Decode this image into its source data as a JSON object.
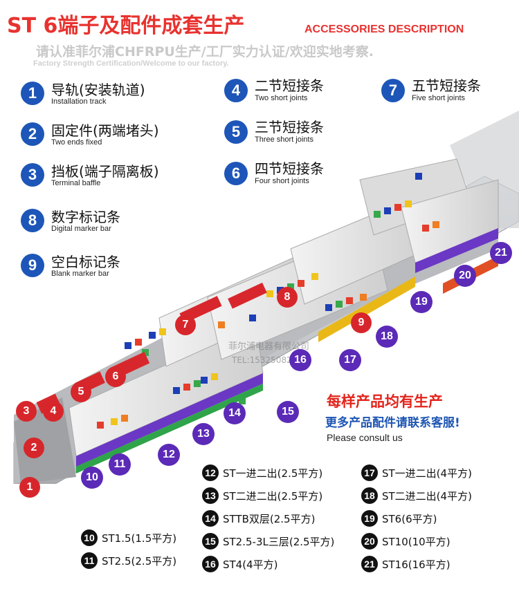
{
  "header": {
    "title": "ST 6端子及配件成套生产",
    "accessories": "ACCESSORIES DESCRIPTION",
    "subtitle": "请认准菲尔浦CHFRPU生产/工厂实力认证/欢迎实地考察.",
    "subtitle_en": "Factory Strength Certification/Welcome to our factory."
  },
  "accessories": [
    {
      "num": "1",
      "zh": "导轨(安装轨道)",
      "en": "Installation track"
    },
    {
      "num": "2",
      "zh": "固定件(两端堵头)",
      "en": "Two ends fixed"
    },
    {
      "num": "3",
      "zh": "挡板(端子隔离板)",
      "en": "Terminal baffle"
    },
    {
      "num": "8",
      "zh": "数字标记条",
      "en": "Digital marker bar"
    },
    {
      "num": "9",
      "zh": "空白标记条",
      "en": "Blank marker bar"
    },
    {
      "num": "4",
      "zh": "二节短接条",
      "en": "Two short joints"
    },
    {
      "num": "5",
      "zh": "三节短接条",
      "en": "Three short joints"
    },
    {
      "num": "6",
      "zh": "四节短接条",
      "en": "Four short joints"
    },
    {
      "num": "7",
      "zh": "五节短接条",
      "en": "Five short joints"
    }
  ],
  "photo": {
    "red_badges": [
      "1",
      "2",
      "3",
      "4",
      "5",
      "6",
      "7",
      "8",
      "9"
    ],
    "purple_badges": [
      "10",
      "11",
      "12",
      "13",
      "14",
      "15",
      "16",
      "17",
      "18",
      "19",
      "20",
      "21"
    ],
    "watermark": "菲尔浦电器有限公司",
    "watermark2": "TEL:15325082"
  },
  "slogan": {
    "line1": "每样产品均有生产",
    "line2": "更多产品配件请联系客服!",
    "line3": "Please consult us"
  },
  "legend": [
    {
      "num": "12",
      "text": "ST一进二出(2.5平方)"
    },
    {
      "num": "13",
      "text": "ST二进二出(2.5平方)"
    },
    {
      "num": "14",
      "text": "STTB双层(2.5平方)"
    },
    {
      "num": "15",
      "text": "ST2.5-3L三层(2.5平方)"
    },
    {
      "num": "16",
      "text": "ST4(4平方)"
    },
    {
      "num": "17",
      "text": "ST一进二出(4平方)"
    },
    {
      "num": "18",
      "text": "ST二进二出(4平方)"
    },
    {
      "num": "19",
      "text": "ST6(6平方)"
    },
    {
      "num": "20",
      "text": "ST10(10平方)"
    },
    {
      "num": "21",
      "text": "ST16(16平方)"
    },
    {
      "num": "10",
      "text": "ST1.5(1.5平方)"
    },
    {
      "num": "11",
      "text": "ST2.5(2.5平方)"
    }
  ],
  "colors": {
    "accent": "#e8322f",
    "blue": "#1d56b8",
    "purple": "#5b2ab7",
    "rail": "#c7c9cc"
  }
}
